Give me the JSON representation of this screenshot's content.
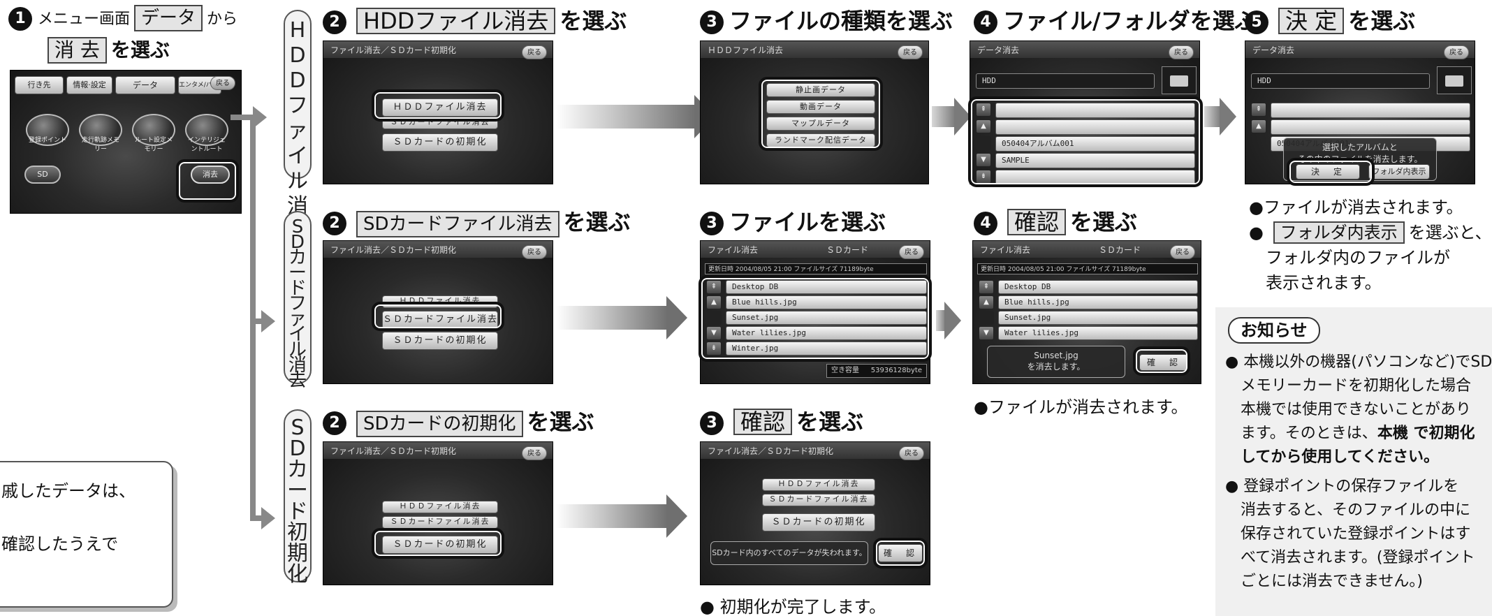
{
  "step1": {
    "num": "1",
    "line1_pre": "メニュー画面",
    "line1_key": "データ",
    "line1_post": "から",
    "line2_key": "消 去",
    "line2_post": "を選ぶ",
    "screen": {
      "tabs": [
        "行き先",
        "情報·設定",
        "データ",
        "エンタメ/バンク"
      ],
      "back": "戻る",
      "icons": [
        "登録ポイント",
        "走行軌跡メモリー",
        "ルート設定メモリー",
        "インテリジェントルート"
      ],
      "sd": "SD",
      "erase": "消去"
    }
  },
  "vlabels": {
    "hdd": "HDDファイル消去",
    "sd_file": "SDカードファイル消去",
    "sd_init": "SDカード初期化"
  },
  "row1": {
    "s2_num": "2",
    "s2_key": "HDDファイル消去",
    "s2_post": "を選ぶ",
    "s3_num": "3",
    "s3_title": "ファイルの種類を選ぶ",
    "s4_num": "4",
    "s4_title": "ファイル/フォルダを選ぶ",
    "s5_num": "5",
    "s5_key": "決 定",
    "s5_post": "を選ぶ"
  },
  "row2": {
    "s2_num": "2",
    "s2_key": "SDカードファイル消去",
    "s2_post": "を選ぶ",
    "s3_num": "3",
    "s3_title": "ファイルを選ぶ",
    "s4_num": "4",
    "s4_key": "確認",
    "s4_post": "を選ぶ"
  },
  "row3": {
    "s2_num": "2",
    "s2_key": "SDカードの初期化",
    "s2_post": "を選ぶ",
    "s3_num": "3",
    "s3_key": "確認",
    "s3_post": "を選ぶ"
  },
  "screens": {
    "menu_title": "ファイル消去／ＳＤカード初期化",
    "back": "戻る",
    "menu_items": [
      "ＨＤＤファイル消去",
      "ＳＤカードファイル消去",
      "ＳＤカードの初期化"
    ],
    "hdd_title": "ＨＤＤファイル消去",
    "types": [
      "静止画データ",
      "動画データ",
      "マップルデータ",
      "ランドマーク配信データ"
    ],
    "data_erase_title": "データ消去",
    "hdd_path": "HDD",
    "hdd_rows": [
      "",
      "",
      "050404アルバム001",
      "SAMPLE",
      ""
    ],
    "dialog_line1": "選択したアルバムと",
    "dialog_line2": "その中のファイルを消去します。",
    "kettei": "決　定",
    "folder_view": "フォルダ内表示",
    "file_erase_title": "ファイル消去",
    "sd_card": "ＳＤカード",
    "info_line": "更新日時 2004/08/05  21:00 ファイルサイズ          71189byte",
    "sd_rows": [
      "Desktop DB",
      "Blue hills.jpg",
      "Sunset.jpg",
      "Water lilies.jpg",
      "Winter.jpg"
    ],
    "free_label": "空き容量",
    "free_value": "53936128byte",
    "sunset_line1": "Sunset.jpg",
    "sunset_line2": "を消去します。",
    "kakunin": "確　認",
    "init_msg": "SDカード内のすべてのデータが失われます。"
  },
  "results": {
    "row1_b1": "●ファイルが消去されます。",
    "row1_b2_key": "フォルダ内表示",
    "row1_b2_post": "を選ぶと、",
    "row1_b2_l2": "フォルダ内のファイルが",
    "row1_b2_l3": "表示されます。",
    "row2_b1": "●ファイルが消去されます。",
    "row3_b1": "●  初期化が完了します。"
  },
  "notice": {
    "heading": "お知らせ",
    "p1_l1": "● 本機以外の機器(パソコンなど)でSD",
    "p1_l2": "メモリーカードを初期化した場合",
    "p1_l3": "本機では使用できないことがあり",
    "p1_l4_pre": "ます。そのときは、",
    "p1_l4_bold": "本機 で初期化",
    "p1_l5_bold": "してから使用してください。",
    "p2_l1": "● 登録ポイントの保存ファイルを",
    "p2_l2": "消去すると、そのファイルの中に",
    "p2_l3": "保存されていた登録ポイントはす",
    "p2_l4": "べて消去されます。(登録ポイント",
    "p2_l5": "ごとには消去できません。)"
  },
  "leftbox": {
    "l1": "戚したデータは、",
    "l2": "確認したうえで"
  }
}
